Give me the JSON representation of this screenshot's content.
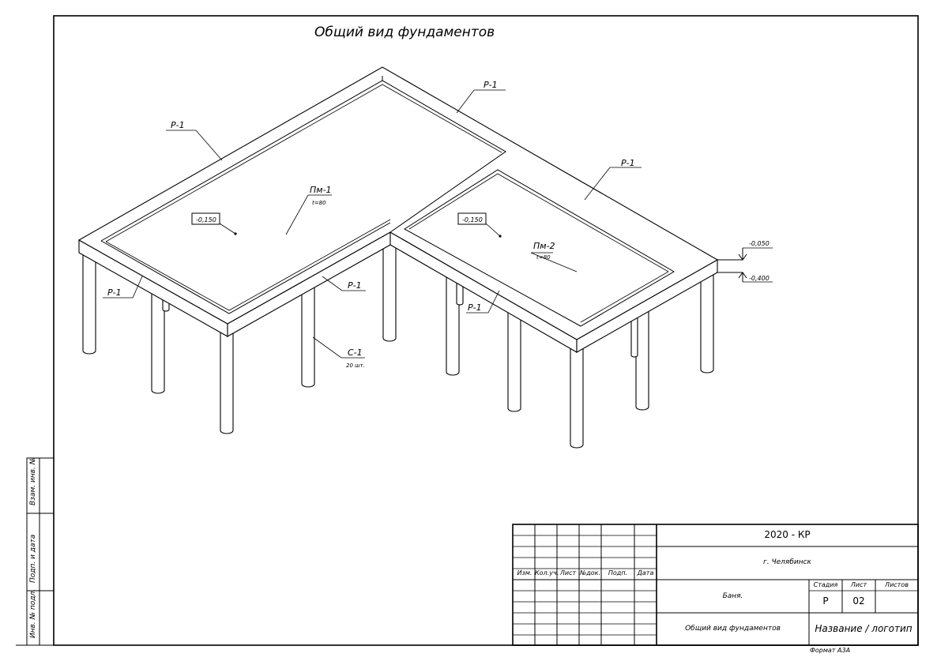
{
  "title": "Общий вид фундаментов",
  "labels": {
    "r1": "Р-1",
    "pm1": "Пм-1",
    "pm1_sub": "t=80",
    "pm2": "Пм-2",
    "pm2_sub": "t=80",
    "c1": "С-1",
    "c1_sub": "20 шт.",
    "elev_slab": "-0,150",
    "elev_top": "-0,050",
    "elev_bottom": "-0,400"
  },
  "side_stamp": {
    "vzam": "Взам. инв. №",
    "podp": "Подп. и дата",
    "inv": "Инв. № подл."
  },
  "title_block": {
    "headers": [
      "Изм.",
      "Кол.уч.",
      "Лист",
      "№док.",
      "Подп.",
      "Дата"
    ],
    "code": "2020 - КР",
    "city": "г. Челябинск",
    "object": "Баня.",
    "sheet_title": "Общий вид фундаментов",
    "stage_label": "Стадия",
    "sheet_label": "Лист",
    "sheets_label": "Листов",
    "stage": "Р",
    "sheet": "02",
    "logo": "Название / логотип",
    "format": "Формат А3А"
  }
}
